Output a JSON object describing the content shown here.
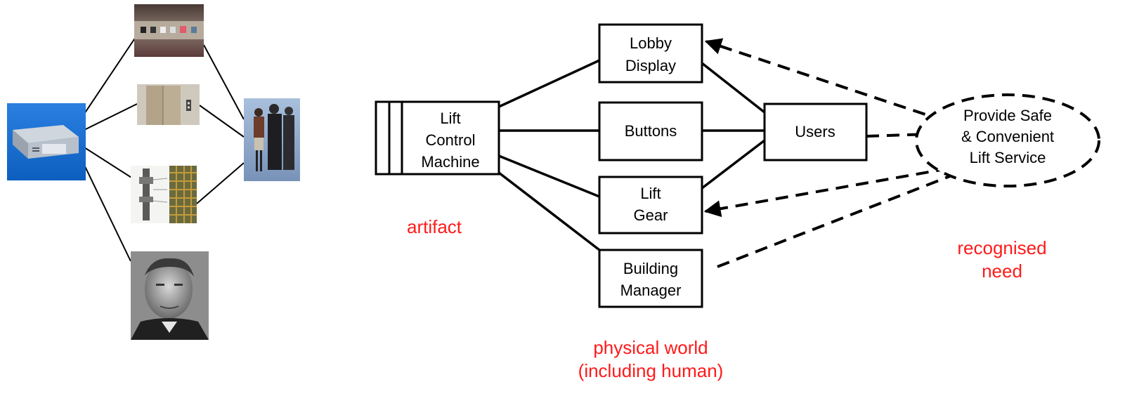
{
  "colors": {
    "label_red": "#ff1a1a",
    "line": "#000000",
    "server_blue": "#1a73d9",
    "people_bg": "#8aa5c9"
  },
  "photos": {
    "server": "server-photo",
    "indicator_panel": "indicator-panel-photo",
    "lift_doors": "lift-doors-photo",
    "lift_gear": "lift-gear-photo",
    "waiting_people": "waiting-people-photo",
    "portrait": "portrait-photo"
  },
  "artifact_box": {
    "lines": [
      "Lift",
      "Control",
      "Machine"
    ]
  },
  "boxes": {
    "lobby_display": [
      "Lobby",
      "Display"
    ],
    "buttons": [
      "Buttons"
    ],
    "lift_gear": [
      "Lift",
      "Gear"
    ],
    "building_manager": [
      "Building",
      "Manager"
    ],
    "users": [
      "Users"
    ]
  },
  "need_ellipse": {
    "lines": [
      "Provide Safe",
      "& Convenient",
      "Lift Service"
    ]
  },
  "labels": {
    "artifact": "artifact",
    "physical_world_1": "physical world",
    "physical_world_2": "(including human)",
    "recognised_need_1": "recognised",
    "recognised_need_2": "need"
  }
}
